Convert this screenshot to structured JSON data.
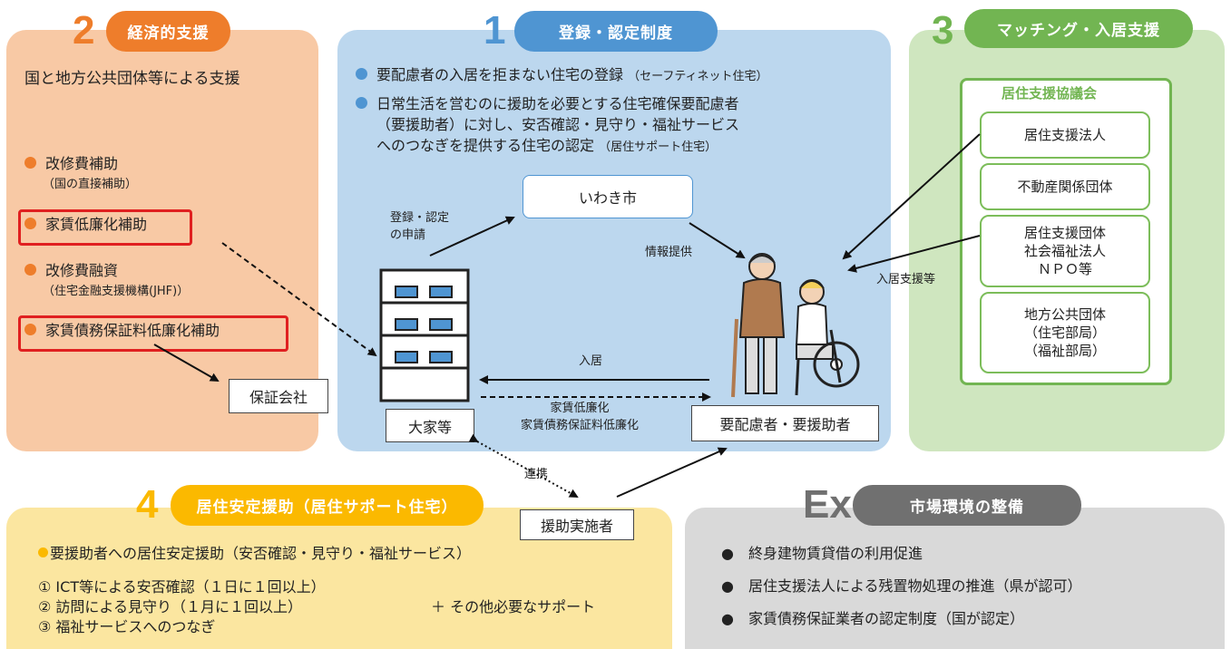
{
  "colors": {
    "orange": "#ee7d2b",
    "orange_bg": "#f8c9a5",
    "blue": "#4f95d2",
    "blue_bg": "#bcd7ee",
    "green": "#72b552",
    "green_bg": "#cfe6bf",
    "yellow": "#fbb900",
    "yellow_bg": "#fbe6a0",
    "gray": "#707070",
    "gray_bg": "#d9d9d9"
  },
  "section1": {
    "number": "1",
    "title": "登録・認定制度",
    "bullet1": "要配慮者の入居を拒まない住宅の登録",
    "bullet1_note": "（セーフティネット住宅）",
    "bullet2_line1": "日常生活を営むのに援助を必要とする住宅確保要配慮者",
    "bullet2_line2": "（要援助者）に対し、安否確認・見守り・福祉サービス",
    "bullet2_line3": "へのつなぎを提供する住宅の認定",
    "bullet2_note": "（居住サポート住宅）",
    "city": "いわき市",
    "apply_label_1": "登録・認定",
    "apply_label_2": "の申請",
    "info_label": "情報提供",
    "landlord": "大家等",
    "tenant": "要配慮者・要援助者",
    "move_in": "入居",
    "rent_reduction_1": "家賃低廉化",
    "rent_reduction_2": "家賃債務保証料低廉化"
  },
  "section2": {
    "number": "2",
    "title": "経済的支援",
    "subtitle": "国と地方公共団体等による支援",
    "item1": "改修費補助",
    "item1_note": "（国の直接補助）",
    "item2": "家賃低廉化補助",
    "item3": "改修費融資",
    "item3_note": "（住宅金融支援機構(JHF)）",
    "item4": "家賃債務保証料低廉化補助",
    "guarantor": "保証会社"
  },
  "section3": {
    "number": "3",
    "title": "マッチング・入居支援",
    "council": "居住支援協議会",
    "members": [
      "居住支援法人",
      "不動産関係団体",
      "居住支援団体\n社会福祉法人\nＮＰＯ等",
      "地方公共団体\n（住宅部局）\n（福祉部局）"
    ],
    "support_label": "入居支援等"
  },
  "section4": {
    "number": "4",
    "title": "居住安定援助（居住サポート住宅）",
    "provider": "援助実施者",
    "link_label": "連携",
    "headline": "要援助者への居住安定援助（安否確認・見守り・福祉サービス）",
    "items": [
      "① ICT等による安否確認（１日に１回以上）",
      "② 訪問による見守り（１月に１回以上）",
      "③ 福祉サービスへのつなぎ"
    ],
    "extra": "＋ その他必要なサポート"
  },
  "sectionEx": {
    "number": "Ex",
    "title": "市場環境の整備",
    "items": [
      "●　終身建物賃貸借の利用促進",
      "●　居住支援法人による残置物処理の推進（県が認可）",
      "●　家賃債務保証業者の認定制度（国が認定）"
    ]
  }
}
